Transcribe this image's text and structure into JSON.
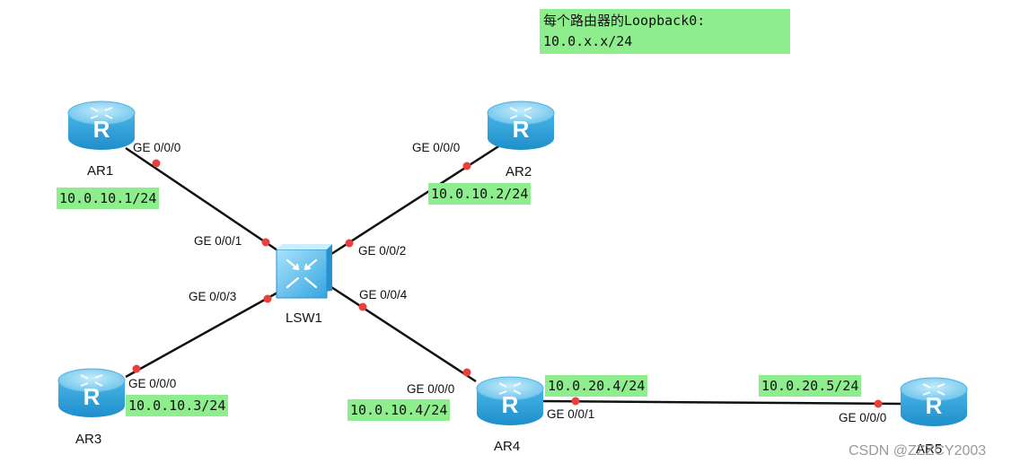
{
  "annotation": {
    "line1": "每个路由器的Loopback0:",
    "line2": "10.0.x.x/24"
  },
  "devices": {
    "ar1": {
      "name": "AR1",
      "ip": "10.0.10.1/24",
      "port": "GE 0/0/0"
    },
    "ar2": {
      "name": "AR2",
      "ip": "10.0.10.2/24",
      "port": "GE 0/0/0"
    },
    "ar3": {
      "name": "AR3",
      "ip": "10.0.10.3/24",
      "port": "GE 0/0/0"
    },
    "ar4": {
      "name": "AR4",
      "ip": "10.0.10.4/24",
      "port": "GE 0/0/0",
      "ip2": "10.0.20.4/24",
      "port2": "GE 0/0/1"
    },
    "ar5": {
      "name": "AR5",
      "ip": "10.0.20.5/24",
      "port": "GE 0/0/0"
    },
    "lsw1": {
      "name": "LSW1",
      "ports": [
        "GE 0/0/1",
        "GE 0/0/2",
        "GE 0/0/3",
        "GE 0/0/4"
      ]
    }
  },
  "watermark": "CSDN @ZZZCY2003",
  "colors": {
    "label_bg": "#8eee8e",
    "link": "#111111",
    "port_dot": "#e8413b",
    "router_body": "#3aa8df",
    "router_top": "#8ad2f2",
    "switch_body": "#5cbff0"
  },
  "icons": {
    "router": "router-icon",
    "switch": "switch-icon"
  }
}
